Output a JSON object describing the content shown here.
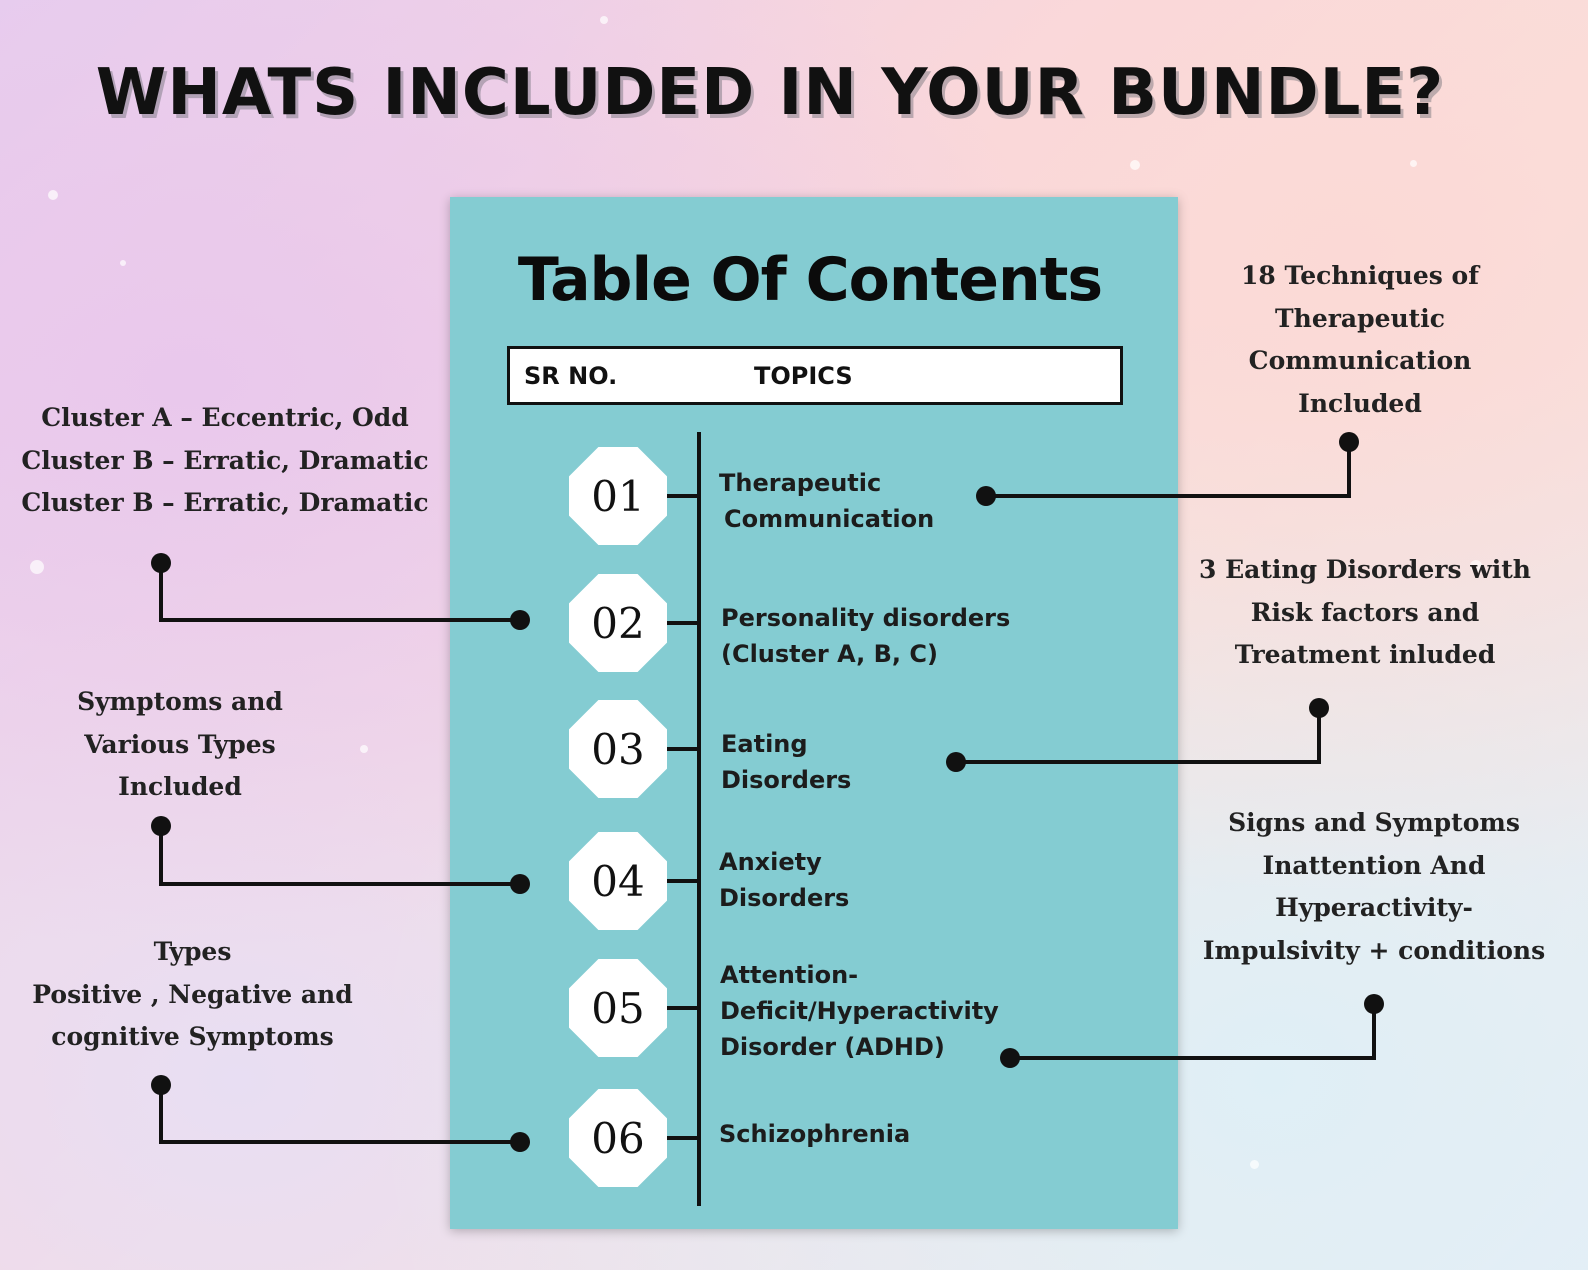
{
  "title": "WHATS INCLUDED IN YOUR BUNDLE?",
  "toc": {
    "title": "Table Of Contents",
    "header": {
      "sr_no": "SR NO.",
      "topics": "TOPICS"
    },
    "items": [
      {
        "number": "01",
        "lines": [
          "Therapeutic",
          "Communication"
        ]
      },
      {
        "number": "02",
        "lines": [
          "Personality disorders",
          "(Cluster A, B, C)"
        ]
      },
      {
        "number": "03",
        "lines": [
          "Eating",
          "Disorders"
        ]
      },
      {
        "number": "04",
        "lines": [
          "Anxiety",
          "Disorders"
        ]
      },
      {
        "number": "05",
        "lines": [
          "Attention-",
          "Deficit/Hyperactivity",
          "Disorder (ADHD)"
        ]
      },
      {
        "number": "06",
        "lines": [
          "Schizophrenia"
        ]
      }
    ]
  },
  "notes": {
    "therapeutic": [
      "18 Techniques of",
      "Therapeutic",
      "Communication",
      "Included"
    ],
    "personality": [
      "Cluster A – Eccentric, Odd",
      "Cluster B – Erratic, Dramatic",
      "Cluster B – Erratic, Dramatic"
    ],
    "eating": [
      "3 Eating Disorders with",
      "Risk factors and",
      "Treatment inluded"
    ],
    "anxiety": [
      "Symptoms and",
      "Various Types",
      "Included"
    ],
    "adhd": [
      "Signs and Symptoms",
      "Inattention And",
      "Hyperactivity-",
      "Impulsivity + conditions"
    ],
    "schizophrenia": [
      "Types",
      "Positive , Negative and",
      "cognitive Symptoms"
    ]
  },
  "colors": {
    "card": "#84ccd2",
    "ink": "#111111",
    "badge": "#ffffff"
  }
}
